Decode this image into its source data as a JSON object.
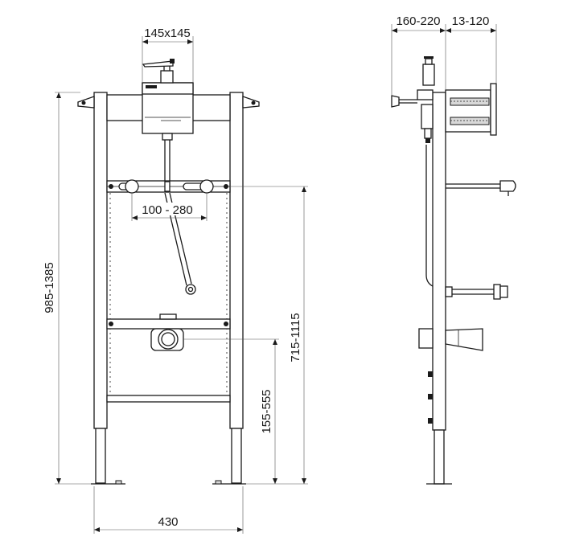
{
  "dimensions": {
    "box_size": "145x145",
    "flush_spacing": "100 - 280",
    "total_height": "985-1385",
    "flush_height": "715-1115",
    "outlet_height": "155-555",
    "frame_width": "430",
    "side_depth_a": "160-220",
    "side_depth_b": "13-120"
  }
}
